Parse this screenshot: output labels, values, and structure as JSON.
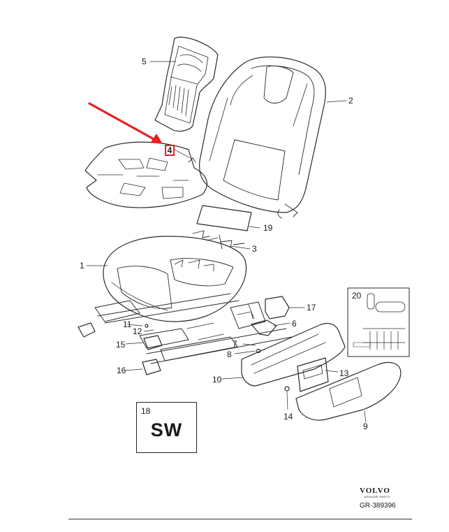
{
  "callouts": [
    {
      "id": "1",
      "text": "1"
    },
    {
      "id": "2",
      "text": "2"
    },
    {
      "id": "3",
      "text": "3"
    },
    {
      "id": "4",
      "text": "4"
    },
    {
      "id": "5",
      "text": "5"
    },
    {
      "id": "6",
      "text": "6"
    },
    {
      "id": "7",
      "text": "7"
    },
    {
      "id": "8",
      "text": "8"
    },
    {
      "id": "9",
      "text": "9"
    },
    {
      "id": "10",
      "text": "10"
    },
    {
      "id": "11",
      "text": "11"
    },
    {
      "id": "12",
      "text": "12"
    },
    {
      "id": "13",
      "text": "13"
    },
    {
      "id": "14",
      "text": "14"
    },
    {
      "id": "15",
      "text": "15"
    },
    {
      "id": "16",
      "text": "16"
    },
    {
      "id": "17",
      "text": "17"
    },
    {
      "id": "19",
      "text": "19"
    },
    {
      "id": "20",
      "text": "20"
    }
  ],
  "highlighted_callout": "4",
  "highlight_color": "#e8201f",
  "kit_box": {
    "number": "18",
    "label": "SW"
  },
  "brand": {
    "name": "VOLVO",
    "subtitle": "GENUINE PARTS"
  },
  "reference": "GR-389396"
}
